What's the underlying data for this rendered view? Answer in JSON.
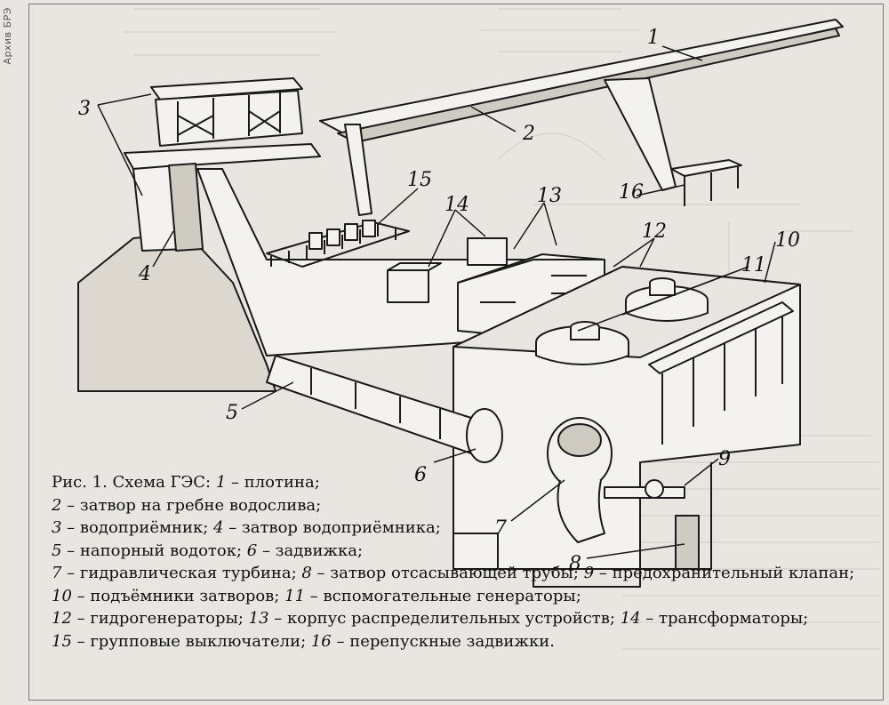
{
  "archive_label": "Архив БРЭ",
  "figure": {
    "callouts": [
      "1",
      "2",
      "3",
      "4",
      "5",
      "6",
      "7",
      "8",
      "9",
      "10",
      "11",
      "12",
      "13",
      "14",
      "15",
      "16"
    ],
    "caption_title": "Рис. 1. Схема ГЭС:",
    "legend": [
      {
        "num": "1",
        "text": "плотина"
      },
      {
        "num": "2",
        "text": "затвор на гребне водослива"
      },
      {
        "num": "3",
        "text": "водоприёмник"
      },
      {
        "num": "4",
        "text": "затвор водоприёмника"
      },
      {
        "num": "5",
        "text": "напорный водоток"
      },
      {
        "num": "6",
        "text": "задвижка"
      },
      {
        "num": "7",
        "text": "гидравлическая турбина"
      },
      {
        "num": "8",
        "text": "затвор отсасывающей трубы"
      },
      {
        "num": "9",
        "text": "предохранительный клапан"
      },
      {
        "num": "10",
        "text": "подъёмники затворов"
      },
      {
        "num": "11",
        "text": "вспомогательные генераторы"
      },
      {
        "num": "12",
        "text": "гидрогенераторы"
      },
      {
        "num": "13",
        "text": "корпус распределительных устройств"
      },
      {
        "num": "14",
        "text": "трансформаторы"
      },
      {
        "num": "15",
        "text": "групповые выключатели"
      },
      {
        "num": "16",
        "text": "перепускные задвижки"
      }
    ]
  },
  "colors": {
    "ink": "#1a1a1a",
    "paper": "#e9e6e1",
    "fill": "#f4f2ee",
    "ground": "#dcd8d0"
  }
}
